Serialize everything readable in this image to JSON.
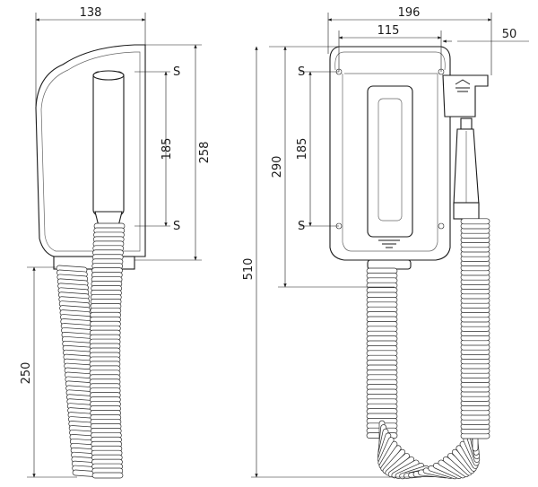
{
  "dimensions": {
    "side_width": "138",
    "side_height": "258",
    "side_mount_spacing": "185",
    "side_hose_length": "250",
    "front_width": "196",
    "front_inner_width": "115",
    "front_holder_width": "50",
    "front_height": "290",
    "front_mount_spacing": "185",
    "total_height": "510"
  },
  "labels": {
    "screw": "S"
  }
}
